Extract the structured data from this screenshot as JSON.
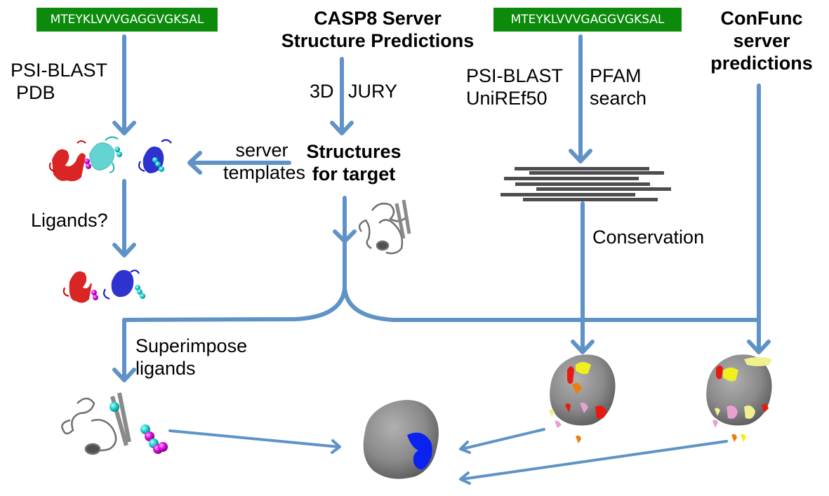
{
  "sequences": {
    "left": "MTEYKLVVVGAGGVGKSAL",
    "right": "MTEYKLVVVGAGGVGKSAL"
  },
  "labels": {
    "casp8_line1": "CASP8 Server",
    "casp8_line2": "Structure Predictions",
    "confunc_line1": "ConFunc",
    "confunc_line2": "server",
    "confunc_line3": "predictions",
    "psiblast_pdb_line1": "PSI-BLAST",
    "psiblast_pdb_line2": "PDB",
    "jury_3d": "3D",
    "jury": "JURY",
    "psiblast_uniref_line1": "PSI-BLAST",
    "psiblast_uniref_line2": "UniREf50",
    "pfam_line1": "PFAM",
    "pfam_line2": "search",
    "server_templates_line1": "server",
    "server_templates_line2": "templates",
    "structures_line1": "Structures",
    "structures_line2": "for target",
    "ligands_q": "Ligands?",
    "conservation": "Conservation",
    "superimpose_line1": "Superimpose",
    "superimpose_line2": "ligands"
  },
  "colors": {
    "arrow": "#5f93c8",
    "sequence_box": "#0b8a0b",
    "alignment_bar": "#4d4d4d",
    "protein_red": "#d40000",
    "protein_cyan": "#22c3c3",
    "protein_blue": "#0a10c8",
    "protein_gray": "#707070",
    "ligand_magenta": "#e010e0",
    "ligand_cyan": "#22d8d8",
    "surface_gray": "#8a8a8a",
    "site_blue": "#0a22f0",
    "cons_red": "#e81a10",
    "cons_yellow": "#f0f020",
    "cons_orange": "#e88010",
    "cons_pink": "#e8a0d0",
    "cons_paleyellow": "#f0f090"
  },
  "images": {
    "templates_row": [
      "red-template-structure",
      "cyan-template-structure",
      "blue-template-structure"
    ],
    "ligand_templates_row": [
      "red-template-with-ligand",
      "blue-template-with-ligand"
    ],
    "target_model": "gray-target-model",
    "superimposed_model": "gray-model-with-superimposed-ligands",
    "final_surface": "surface-with-predicted-site",
    "conservation_surface": "surface-colored-by-conservation",
    "confunc_surface": "surface-colored-by-confunc"
  }
}
